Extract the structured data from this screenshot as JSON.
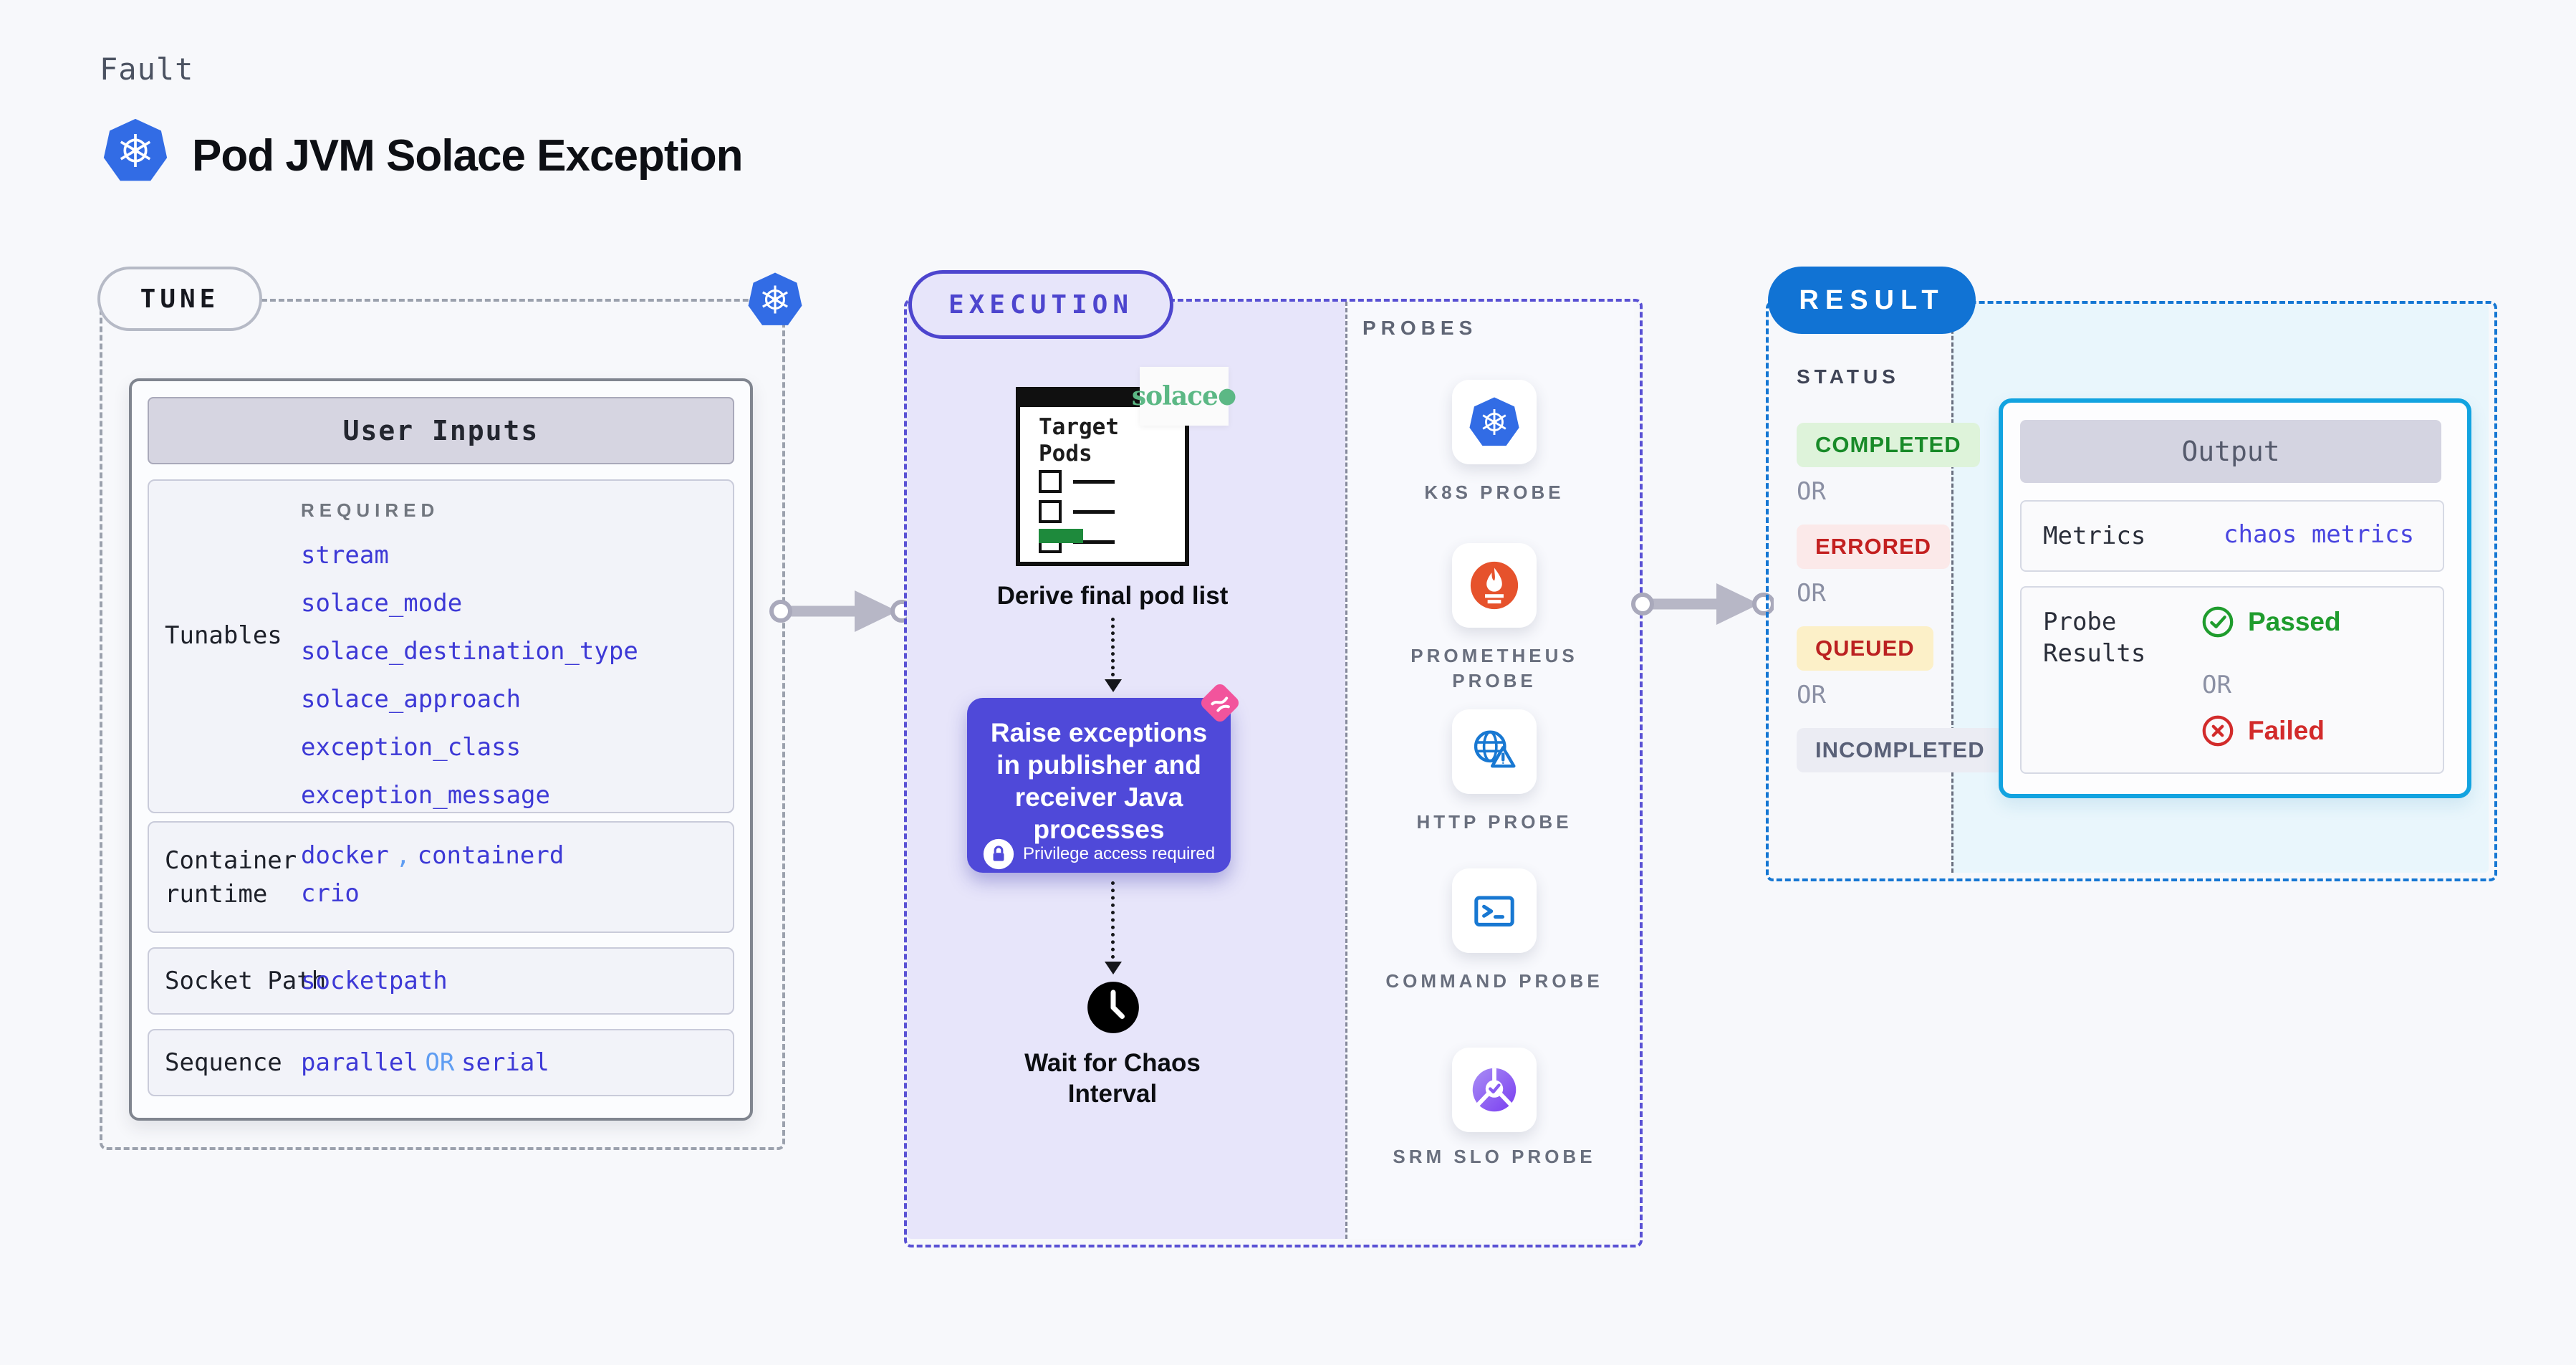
{
  "header": {
    "eyebrow": "Fault",
    "title": "Pod JVM Solace Exception"
  },
  "colors": {
    "kubernetes_blue": "#326ce5",
    "indigo_accent": "#4f49d9",
    "result_blue": "#1173d4",
    "output_cyan": "#12a3e0",
    "passed_green": "#1f9c2d",
    "failed_red": "#d22b2b",
    "solace_green": "#5cb885",
    "prometheus_orange": "#e6522c",
    "chaos_pink": "#f2549c",
    "completed_green": "#188a28",
    "queued_yellow_bg": "#fcf0c8",
    "lavender_bg": "#e7e5fa"
  },
  "tune": {
    "badge": "TUNE",
    "user_inputs_header": "User Inputs",
    "tunables": {
      "label": "Tunables",
      "required_label": "REQUIRED",
      "items": [
        "stream",
        "solace_mode",
        "solace_destination_type",
        "solace_approach",
        "exception_class",
        "exception_message"
      ]
    },
    "container_runtime": {
      "label": "Container runtime",
      "value1": "docker",
      "separator": ",",
      "value2": "containerd",
      "value3": "crio"
    },
    "socket_path": {
      "label": "Socket Path",
      "value": "socketpath"
    },
    "sequence": {
      "label": "Sequence",
      "value1": "parallel",
      "or": "OR",
      "value2": "serial"
    }
  },
  "execution": {
    "badge": "EXECUTION",
    "target_pods_title": "Target Pods",
    "solace_logo": "solace",
    "solace_dot": "●",
    "step_derive": "Derive final pod list",
    "action_text": "Raise exceptions in publisher and receiver Java processes",
    "action_note": "Privilege access required",
    "step_wait": "Wait for Chaos Interval",
    "probes_label": "PROBES",
    "probes": [
      {
        "label": "K8S PROBE",
        "icon": "kubernetes-probe-icon"
      },
      {
        "label": "PROMETHEUS PROBE",
        "icon": "prometheus-probe-icon"
      },
      {
        "label": "HTTP PROBE",
        "icon": "http-probe-icon"
      },
      {
        "label": "COMMAND PROBE",
        "icon": "command-probe-icon"
      },
      {
        "label": "SRM SLO PROBE",
        "icon": "srm-slo-probe-icon"
      }
    ]
  },
  "result": {
    "badge": "RESULT",
    "status_label": "STATUS",
    "sequence": [
      "COMPLETED",
      "OR",
      "ERRORED",
      "OR",
      "QUEUED",
      "OR",
      "INCOMPLETED"
    ],
    "output": {
      "header": "Output",
      "metrics_label": "Metrics",
      "metrics_value": "chaos metrics",
      "probe_results_label": "Probe Results",
      "passed": "Passed",
      "or": "OR",
      "failed": "Failed"
    }
  }
}
